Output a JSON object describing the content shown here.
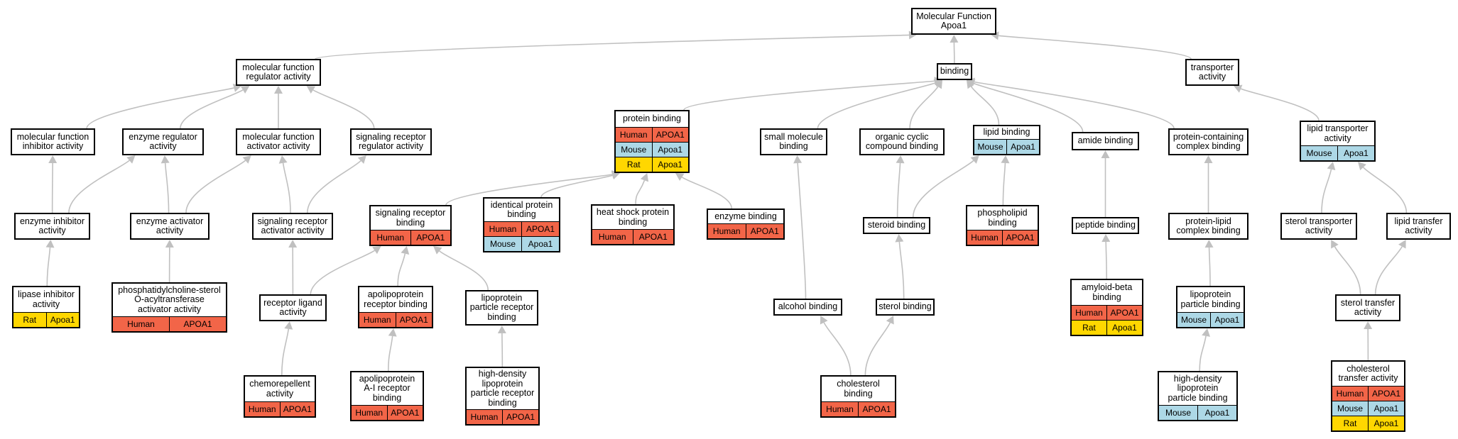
{
  "colors": {
    "species": {
      "Human": "#f26548",
      "Mouse": "#add8e6",
      "Rat": "#ffd700"
    },
    "edge": "#c0c0c0",
    "border": "#000000"
  },
  "nodes": [
    {
      "id": "mf",
      "lines": [
        "Molecular Function",
        "Apoa1"
      ]
    },
    {
      "id": "mfreg",
      "lines": [
        "molecular function",
        "regulator activity"
      ]
    },
    {
      "id": "binding",
      "lines": [
        "binding"
      ]
    },
    {
      "id": "transporter",
      "lines": [
        "transporter",
        "activity"
      ]
    },
    {
      "id": "mfinh",
      "lines": [
        "molecular function",
        "inhibitor activity"
      ]
    },
    {
      "id": "enzreg",
      "lines": [
        "enzyme regulator",
        "activity"
      ]
    },
    {
      "id": "mfact",
      "lines": [
        "molecular function",
        "activator activity"
      ]
    },
    {
      "id": "sigrecreg",
      "lines": [
        "signaling receptor",
        "regulator activity"
      ]
    },
    {
      "id": "protbind",
      "lines": [
        "protein binding"
      ],
      "ann": [
        [
          "Human",
          "APOA1"
        ],
        [
          "Mouse",
          "Apoa1"
        ],
        [
          "Rat",
          "Apoa1"
        ]
      ]
    },
    {
      "id": "smallmol",
      "lines": [
        "small molecule",
        "binding"
      ]
    },
    {
      "id": "orgcyc",
      "lines": [
        "organic cyclic",
        "compound binding"
      ]
    },
    {
      "id": "lipidbind",
      "lines": [
        "lipid binding"
      ],
      "ann": [
        [
          "Mouse",
          "Apoa1"
        ]
      ]
    },
    {
      "id": "amide",
      "lines": [
        "amide binding"
      ]
    },
    {
      "id": "protcomplex",
      "lines": [
        "protein-containing",
        "complex binding"
      ]
    },
    {
      "id": "liptransp",
      "lines": [
        "lipid transporter",
        "activity"
      ],
      "ann": [
        [
          "Mouse",
          "Apoa1"
        ]
      ]
    },
    {
      "id": "enzinh",
      "lines": [
        "enzyme inhibitor",
        "activity"
      ]
    },
    {
      "id": "enzact",
      "lines": [
        "enzyme activator",
        "activity"
      ]
    },
    {
      "id": "sigrecact",
      "lines": [
        "signaling receptor",
        "activator activity"
      ]
    },
    {
      "id": "sigrecbind",
      "lines": [
        "signaling receptor",
        "binding"
      ],
      "ann": [
        [
          "Human",
          "APOA1"
        ]
      ]
    },
    {
      "id": "identprot",
      "lines": [
        "identical protein",
        "binding"
      ],
      "ann": [
        [
          "Human",
          "APOA1"
        ],
        [
          "Mouse",
          "Apoa1"
        ]
      ]
    },
    {
      "id": "heatshock",
      "lines": [
        "heat shock protein",
        "binding"
      ],
      "ann": [
        [
          "Human",
          "APOA1"
        ]
      ]
    },
    {
      "id": "enzbind",
      "lines": [
        "enzyme binding"
      ],
      "ann": [
        [
          "Human",
          "APOA1"
        ]
      ]
    },
    {
      "id": "steroid",
      "lines": [
        "steroid binding"
      ]
    },
    {
      "id": "phospholipid",
      "lines": [
        "phospholipid",
        "binding"
      ],
      "ann": [
        [
          "Human",
          "APOA1"
        ]
      ]
    },
    {
      "id": "peptide",
      "lines": [
        "peptide binding"
      ]
    },
    {
      "id": "protlipid",
      "lines": [
        "protein-lipid",
        "complex binding"
      ]
    },
    {
      "id": "steroltransp",
      "lines": [
        "sterol transporter",
        "activity"
      ]
    },
    {
      "id": "liptransfer",
      "lines": [
        "lipid transfer",
        "activity"
      ]
    },
    {
      "id": "lipaseinh",
      "lines": [
        "lipase inhibitor",
        "activity"
      ],
      "ann": [
        [
          "Rat",
          "Apoa1"
        ]
      ]
    },
    {
      "id": "pcsterol",
      "lines": [
        "phosphatidylcholine-sterol",
        "O-acyltransferase",
        "activator activity"
      ],
      "ann": [
        [
          "Human",
          "APOA1"
        ]
      ]
    },
    {
      "id": "recligand",
      "lines": [
        "receptor ligand",
        "activity"
      ]
    },
    {
      "id": "apolirec",
      "lines": [
        "apolipoprotein",
        "receptor binding"
      ],
      "ann": [
        [
          "Human",
          "APOA1"
        ]
      ]
    },
    {
      "id": "lipoprec",
      "lines": [
        "lipoprotein",
        "particle receptor",
        "binding"
      ]
    },
    {
      "id": "alcohol",
      "lines": [
        "alcohol binding"
      ]
    },
    {
      "id": "sterol",
      "lines": [
        "sterol binding"
      ]
    },
    {
      "id": "amyloid",
      "lines": [
        "amyloid-beta",
        "binding"
      ],
      "ann": [
        [
          "Human",
          "APOA1"
        ],
        [
          "Rat",
          "Apoa1"
        ]
      ]
    },
    {
      "id": "lipopart",
      "lines": [
        "lipoprotein",
        "particle binding"
      ],
      "ann": [
        [
          "Mouse",
          "Apoa1"
        ]
      ]
    },
    {
      "id": "steroltransfer",
      "lines": [
        "sterol transfer",
        "activity"
      ]
    },
    {
      "id": "chemorep",
      "lines": [
        "chemorepellent",
        "activity"
      ],
      "ann": [
        [
          "Human",
          "APOA1"
        ]
      ]
    },
    {
      "id": "apoaireceptor",
      "lines": [
        "apolipoprotein",
        "A-I receptor",
        "binding"
      ],
      "ann": [
        [
          "Human",
          "APOA1"
        ]
      ]
    },
    {
      "id": "hdlrec",
      "lines": [
        "high-density",
        "lipoprotein",
        "particle receptor",
        "binding"
      ],
      "ann": [
        [
          "Human",
          "APOA1"
        ]
      ]
    },
    {
      "id": "cholesterol",
      "lines": [
        "cholesterol",
        "binding"
      ],
      "ann": [
        [
          "Human",
          "APOA1"
        ]
      ]
    },
    {
      "id": "hdlpart",
      "lines": [
        "high-density",
        "lipoprotein",
        "particle binding"
      ],
      "ann": [
        [
          "Mouse",
          "Apoa1"
        ]
      ]
    },
    {
      "id": "choltransfer",
      "lines": [
        "cholesterol",
        "transfer activity"
      ],
      "ann": [
        [
          "Human",
          "APOA1"
        ],
        [
          "Mouse",
          "Apoa1"
        ],
        [
          "Rat",
          "Apoa1"
        ]
      ]
    }
  ],
  "edges": [
    [
      "mfreg",
      "mf"
    ],
    [
      "binding",
      "mf"
    ],
    [
      "transporter",
      "mf"
    ],
    [
      "mfinh",
      "mfreg"
    ],
    [
      "enzreg",
      "mfreg"
    ],
    [
      "mfact",
      "mfreg"
    ],
    [
      "sigrecreg",
      "mfreg"
    ],
    [
      "protbind",
      "binding"
    ],
    [
      "smallmol",
      "binding"
    ],
    [
      "orgcyc",
      "binding"
    ],
    [
      "lipidbind",
      "binding"
    ],
    [
      "amide",
      "binding"
    ],
    [
      "protcomplex",
      "binding"
    ],
    [
      "liptransp",
      "transporter"
    ],
    [
      "enzinh",
      "mfinh"
    ],
    [
      "enzinh",
      "enzreg"
    ],
    [
      "enzact",
      "enzreg"
    ],
    [
      "enzact",
      "mfact"
    ],
    [
      "sigrecact",
      "mfact"
    ],
    [
      "sigrecact",
      "sigrecreg"
    ],
    [
      "sigrecbind",
      "protbind"
    ],
    [
      "identprot",
      "protbind"
    ],
    [
      "heatshock",
      "protbind"
    ],
    [
      "enzbind",
      "protbind"
    ],
    [
      "steroid",
      "orgcyc"
    ],
    [
      "steroid",
      "lipidbind"
    ],
    [
      "phospholipid",
      "lipidbind"
    ],
    [
      "peptide",
      "amide"
    ],
    [
      "protlipid",
      "protcomplex"
    ],
    [
      "steroltransp",
      "liptransp"
    ],
    [
      "liptransfer",
      "liptransp"
    ],
    [
      "lipaseinh",
      "enzinh"
    ],
    [
      "pcsterol",
      "enzact"
    ],
    [
      "recligand",
      "sigrecact"
    ],
    [
      "recligand",
      "sigrecbind"
    ],
    [
      "apolirec",
      "sigrecbind"
    ],
    [
      "lipoprec",
      "sigrecbind"
    ],
    [
      "alcohol",
      "smallmol"
    ],
    [
      "sterol",
      "steroid"
    ],
    [
      "amyloid",
      "peptide"
    ],
    [
      "lipopart",
      "protlipid"
    ],
    [
      "steroltransfer",
      "steroltransp"
    ],
    [
      "steroltransfer",
      "liptransfer"
    ],
    [
      "chemorep",
      "recligand"
    ],
    [
      "apoaireceptor",
      "apolirec"
    ],
    [
      "hdlrec",
      "lipoprec"
    ],
    [
      "cholesterol",
      "alcohol"
    ],
    [
      "cholesterol",
      "sterol"
    ],
    [
      "hdlpart",
      "lipopart"
    ],
    [
      "choltransfer",
      "steroltransfer"
    ]
  ]
}
